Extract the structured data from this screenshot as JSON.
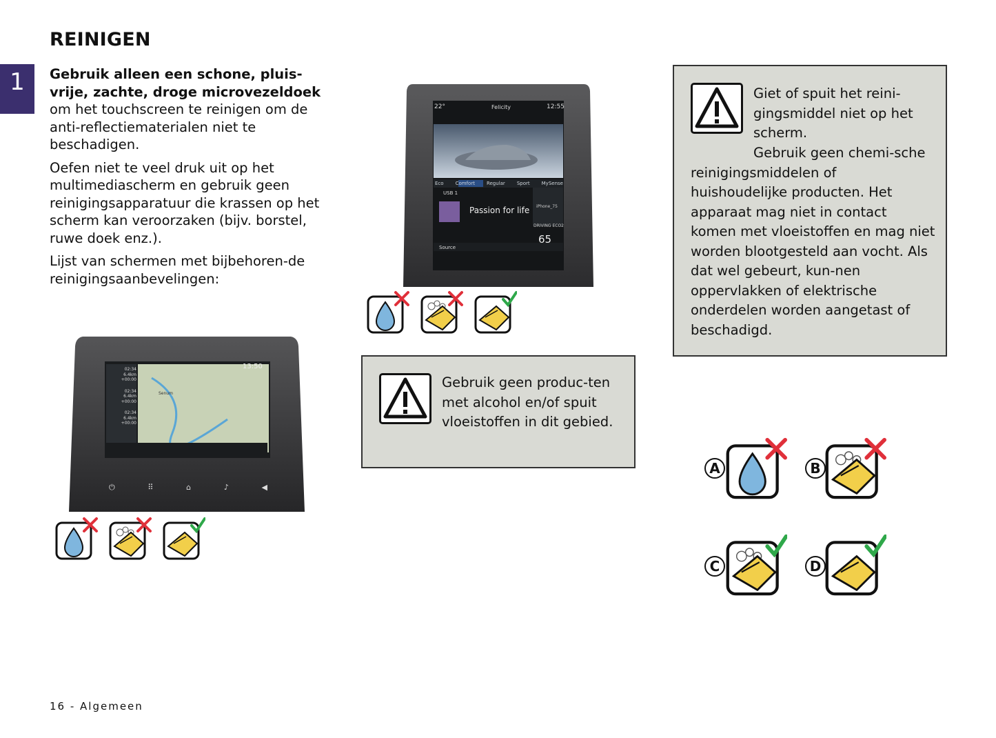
{
  "page": {
    "title": "REINIGEN",
    "chapter_number": "1",
    "footer": "16 - Algemeen"
  },
  "intro": {
    "p1_bold": "Gebruik alleen een schone, pluis-vrije, zachte, droge microvezeldoek",
    "p1_rest": "om het touchscreen te reinigen om de anti-reflectiematerialen niet te beschadigen.",
    "p2": "Oefen niet te veel druk uit op het multimediascherm en gebruik geen reinigingsapparatuur die krassen op het scherm kan veroorzaken (bijv. borstel, ruwe doek enz.).",
    "p3": "Lijst van schermen met bijbehoren-de reinigingsaanbevelingen:"
  },
  "warning_center": {
    "text": "Gebruik geen produc-ten met alcohol en/of spuit vloeistoffen in dit gebied."
  },
  "warning_right": {
    "line1": "Giet of spuit het reini-gingsmiddel niet op het scherm.",
    "line2": "Gebruik geen chemi-sche reinigingsmiddelen of huishoudelijke producten. Het apparaat mag niet in contact komen met vloeistoffen en mag niet worden blootgesteld aan vocht. Als dat wel gebeurt, kun-nen oppervlakken of elektrische onderdelen worden aangetast of beschadigd."
  },
  "landscape_screen": {
    "time": "13:50",
    "routes": [
      {
        "time": "02:34",
        "dist": "6.4km",
        "delta": "+00:00"
      },
      {
        "time": "02:34",
        "dist": "6.4km",
        "delta": "+00:00"
      },
      {
        "time": "02:34",
        "dist": "6.4km",
        "delta": "+00:00"
      }
    ],
    "map_label": "Senum"
  },
  "portrait_screen": {
    "temp": "22°",
    "profile": "Felicity",
    "time": "12:55",
    "modes": [
      "Eco",
      "Comfort",
      "Regular",
      "Sport",
      "MySense"
    ],
    "source_label": "USB 1",
    "track": "Passion for life",
    "device_label": "iPhone_75",
    "eco_label": "DRIVING ECO2",
    "score": "65",
    "source_button": "Source"
  },
  "legend": {
    "labels": [
      "A",
      "B",
      "C",
      "D"
    ]
  },
  "colors": {
    "chapter_tab": "#3b2f6e",
    "box_bg": "#d9dad4",
    "cross": "#e0303a",
    "check": "#2fa84a",
    "cloth": "#f2cf4a",
    "drop": "#7fb6de"
  }
}
